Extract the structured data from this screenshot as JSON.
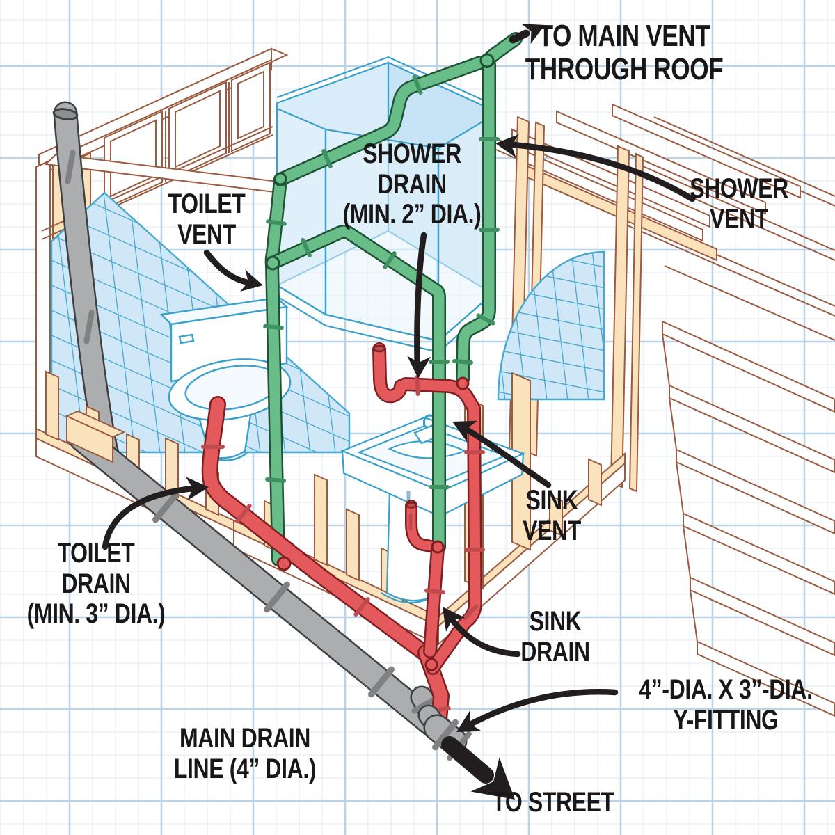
{
  "labels": {
    "main_vent": {
      "lines": [
        "TO MAIN VENT",
        "THROUGH ROOF"
      ]
    },
    "shower_drain": {
      "lines": [
        "SHOWER",
        "DRAIN",
        "(MIN. 2” DIA.)"
      ]
    },
    "shower_vent": {
      "lines": [
        "SHOWER",
        "VENT"
      ]
    },
    "toilet_vent": {
      "lines": [
        "TOILET",
        "VENT"
      ]
    },
    "sink_vent": {
      "lines": [
        "SINK",
        "VENT"
      ]
    },
    "toilet_drain": {
      "lines": [
        "TOILET",
        "DRAIN",
        "(MIN. 3” DIA.)"
      ]
    },
    "sink_drain": {
      "lines": [
        "SINK",
        "DRAIN"
      ]
    },
    "y_fitting": {
      "lines": [
        "4”-DIA. X 3”-DIA.",
        "Y-FITTING"
      ]
    },
    "main_drain": {
      "lines": [
        "MAIN DRAIN",
        "LINE (4” DIA.)"
      ]
    },
    "to_street": {
      "lines": [
        "TO STREET"
      ]
    }
  },
  "palette": {
    "vent_green": "#69BD89",
    "vent_green_dark": "#1E5434",
    "vent_green_ring": "#3F9161",
    "drain_red": "#E4595C",
    "drain_red_dark": "#7E2023",
    "drain_red_ring": "#C14A4E",
    "main_gray": "#ACADAF",
    "main_gray_dark": "#3F4042",
    "main_gray_ring": "#808183",
    "annotation_black": "#221E1F",
    "tile_blue": "#CFE7F7",
    "tile_line": "#49A8CE",
    "fixture_line": "#3AA0CC",
    "framing_tan": "#FAE3BC",
    "framing_line": "#9B5B40",
    "grid_minor": "#DEE9F4",
    "grid_major": "#B9D3E9"
  }
}
